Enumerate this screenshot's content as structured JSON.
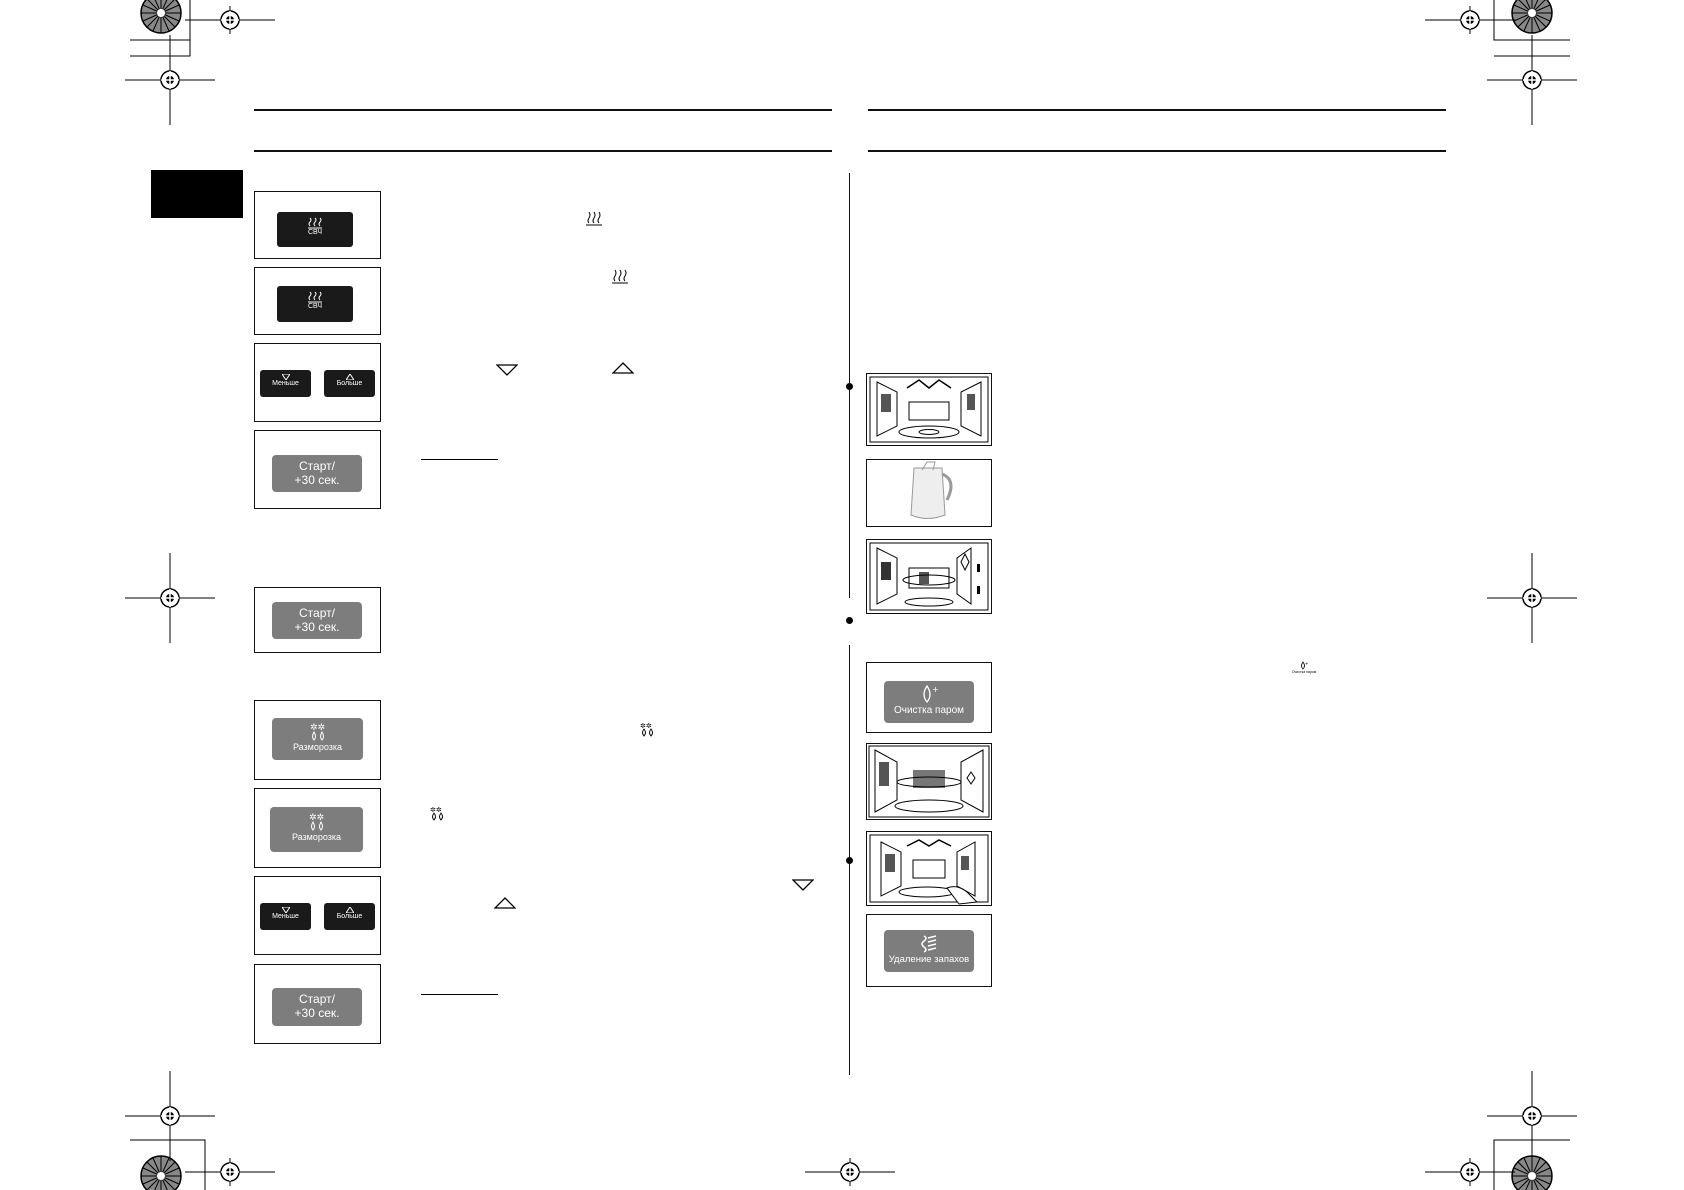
{
  "panels": {
    "microwave_label": "СВЧ",
    "less_label": "Меньше",
    "more_label": "Больше",
    "start_label_line1": "Старт/",
    "start_label_line2": "+30 сек.",
    "defrost_label": "Разморозка",
    "steam_clean_label": "Очистка паром",
    "steam_clean_icon_caption": "Очистка паром",
    "deodorize_label": "Удаление запахов"
  },
  "icons": {
    "microwave": "microwave-waves-icon",
    "defrost": "snowflake-drops-icon",
    "down": "triangle-down-icon",
    "up": "triangle-up-icon",
    "steam": "water-drop-icon",
    "deodorize": "steam-lines-icon"
  },
  "colors": {
    "dark_button": "#1a1a1a",
    "grey_button": "#7d7d7d",
    "rule": "#111111"
  }
}
